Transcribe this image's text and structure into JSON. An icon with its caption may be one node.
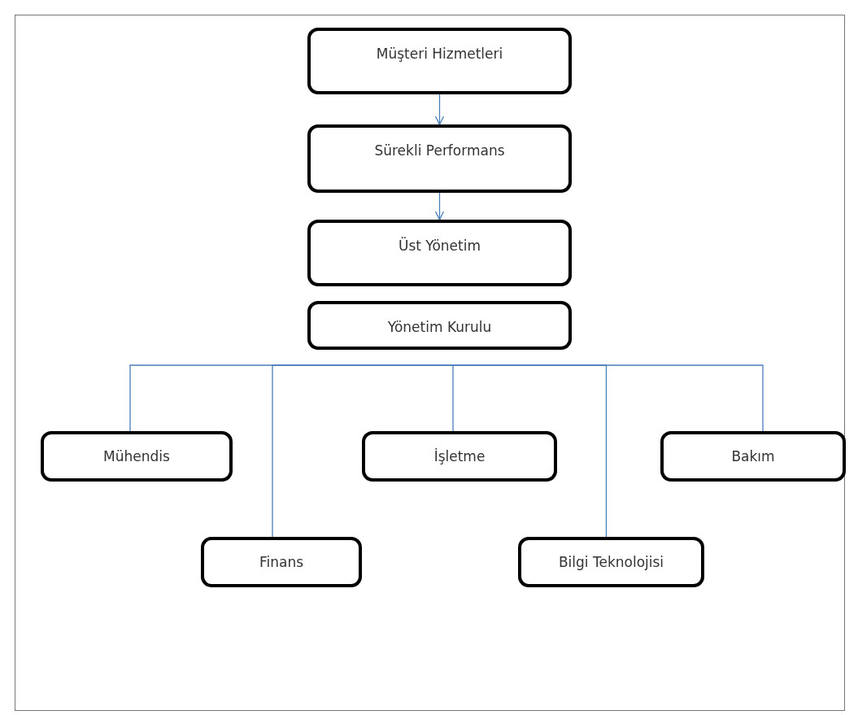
{
  "diagram": {
    "nodes": [
      {
        "text": [
          "Müşteri Hizmetleri"
        ]
      },
      {
        "text": [
          "Sürekli Performans"
        ]
      },
      {
        "text": [
          "Üst Yönetim"
        ]
      },
      {
        "text": [
          "Yönetim Kurulu"
        ]
      },
      {
        "text": [
          "Mühendis"
        ]
      },
      {
        "text": [
          "Finans"
        ]
      },
      {
        "text": [
          "İşletme"
        ]
      },
      {
        "text": [
          "Bilgi Teknolojisi"
        ]
      },
      {
        "text": [
          "Bakım"
        ]
      }
    ],
    "edges": [
      {
        "from": 0,
        "to": 1,
        "arrow": "to"
      },
      {
        "from": 1,
        "to": 2,
        "arrow": "to"
      },
      {
        "from": null,
        "to": 4,
        "arrow": "none"
      },
      {
        "from": null,
        "to": 5,
        "arrow": "none"
      },
      {
        "from": null,
        "to": 6,
        "arrow": "none"
      },
      {
        "from": null,
        "to": 7,
        "arrow": "none"
      },
      {
        "from": null,
        "to": 8,
        "arrow": "none"
      }
    ]
  }
}
